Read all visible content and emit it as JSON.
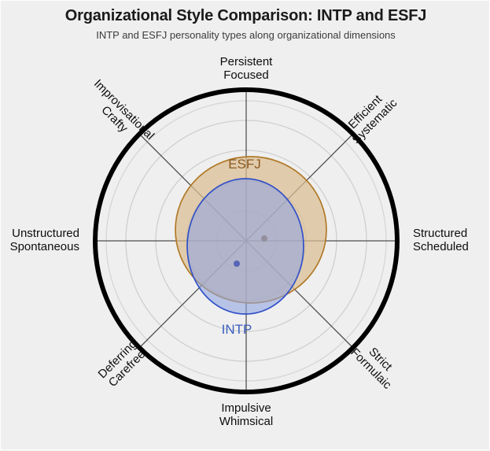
{
  "header": {
    "title": "Organizational Style Comparison: INTP and ESFJ",
    "subtitle": "INTP and ESFJ personality types along organizational dimensions"
  },
  "colors": {
    "background": "#efefef",
    "outer_ring": "#000000",
    "gridline": "#cfcfcf",
    "spoke": "#4d4d4d",
    "esfj_stroke": "#b07a28",
    "esfj_fill": "#d9bd91",
    "esfj_text": "#8c5a1e",
    "intp_stroke": "#3050c8",
    "intp_fill": "#8fa4e0",
    "intp_text": "#3b5fbf",
    "title_text": "#1a1a1a",
    "subtitle_text": "#3c3c3c",
    "axis_label_text": "#0d0d0d"
  },
  "chart_data": {
    "type": "radar",
    "title": "Organizational Style Comparison: INTP and ESFJ",
    "subtitle": "INTP and ESFJ personality types along organizational dimensions",
    "grid": true,
    "legend_position": "inline-annotation",
    "axis_range": [
      0,
      5
    ],
    "ring_count": 5,
    "axes": [
      {
        "angle_deg": 90,
        "position": "top",
        "label_line1": "Persistent",
        "label_line2": "Focused"
      },
      {
        "angle_deg": 45,
        "position": "top-right",
        "label_line1": "Efficient",
        "label_line2": "Systematic"
      },
      {
        "angle_deg": 0,
        "position": "right",
        "label_line1": "Structured",
        "label_line2": "Scheduled"
      },
      {
        "angle_deg": -45,
        "position": "bottom-right",
        "label_line1": "Strict",
        "label_line2": "Formulaic"
      },
      {
        "angle_deg": -90,
        "position": "bottom",
        "label_line1": "Impulsive",
        "label_line2": "Whimsical"
      },
      {
        "angle_deg": -135,
        "position": "bottom-left",
        "label_line1": "Deferring",
        "label_line2": "Carefree"
      },
      {
        "angle_deg": 180,
        "position": "left",
        "label_line1": "Unstructured",
        "label_line2": "Spontaneous"
      },
      {
        "angle_deg": 135,
        "position": "top-left",
        "label_line1": "Improvisational",
        "label_line2": "Crafty"
      }
    ],
    "categories": [
      "Persistent / Focused",
      "Efficient / Systematic",
      "Structured / Scheduled",
      "Strict / Formulaic",
      "Impulsive / Whimsical",
      "Deferring / Carefree",
      "Unstructured / Spontaneous",
      "Improvisational / Crafty"
    ],
    "series": [
      {
        "name": "ESFJ",
        "color": "#b07a28",
        "fill": "#d9bd91",
        "label_text": "ESFJ",
        "values": [
          2.6,
          2.6,
          2.6,
          2.3,
          1.8,
          1.7,
          1.8,
          2.3
        ],
        "center_marker": {
          "x_offset": 23,
          "y_offset": -3
        }
      },
      {
        "name": "INTP",
        "color": "#3050c8",
        "fill": "#8fa4e0",
        "label_text": "INTP",
        "values": [
          1.8,
          1.6,
          1.9,
          2.1,
          2.4,
          2.6,
          2.5,
          2.2
        ],
        "center_marker": {
          "x_offset": -12,
          "y_offset": 29
        }
      }
    ]
  }
}
